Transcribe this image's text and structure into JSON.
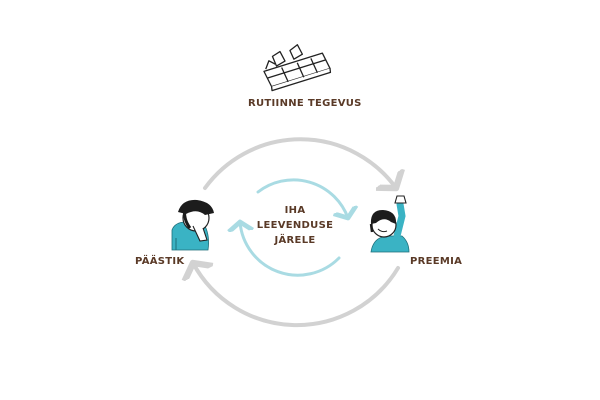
{
  "labels": {
    "routine": "RUTIINNE TEGEVUS",
    "trigger": "PÄÄSTIK",
    "reward": "PREEMIA"
  },
  "center": {
    "line1": "IHA",
    "line2": "LEEVENDUSE",
    "line3": "JÄRELE"
  },
  "colors": {
    "text": "#5a3a27",
    "outer_arrow": "#d2d2d2",
    "inner_arrow": "#a9dbe3",
    "figure_shirt": "#3ab3c4",
    "figure_hair": "#1c1c1c"
  },
  "icons": {
    "top": "chocolate-bar-icon",
    "left": "thinking-person-icon",
    "right": "cheering-person-icon"
  }
}
